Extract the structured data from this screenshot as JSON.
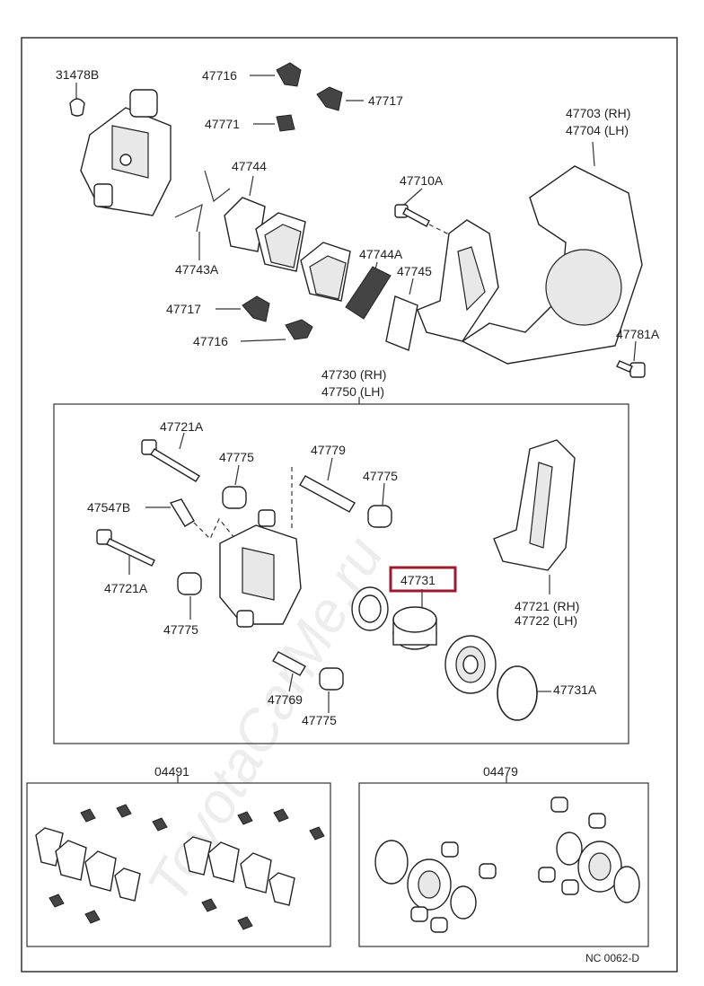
{
  "labels": {
    "p31478B": "31478B",
    "p47716_top": "47716",
    "p47717_top": "47717",
    "p47771": "47771",
    "p47703": "47703 (RH)",
    "p47704": "47704 (LH)",
    "p47744": "47744",
    "p47710A": "47710A",
    "p47743A": "47743A",
    "p47744A": "47744A",
    "p47745": "47745",
    "p47717_mid": "47717",
    "p47716_mid": "47716",
    "p47781A": "47781A",
    "p47730": "47730 (RH)",
    "p47750": "47750 (LH)",
    "p47721A_top": "47721A",
    "p47779": "47779",
    "p47775_a": "47775",
    "p47775_b": "47775",
    "p47547B": "47547B",
    "p47721A_low": "47721A",
    "p47731": "47731",
    "p47721": "47721 (RH)",
    "p47722": "47722 (LH)",
    "p47775_c": "47775",
    "p47731A": "47731A",
    "p47769": "47769",
    "p47775_d": "47775",
    "p04491": "04491",
    "p04479": "04479",
    "footer": "NC 0062-D"
  },
  "watermark": "ToyotaCarMe.ru",
  "highlight_color": "#9b1b30"
}
